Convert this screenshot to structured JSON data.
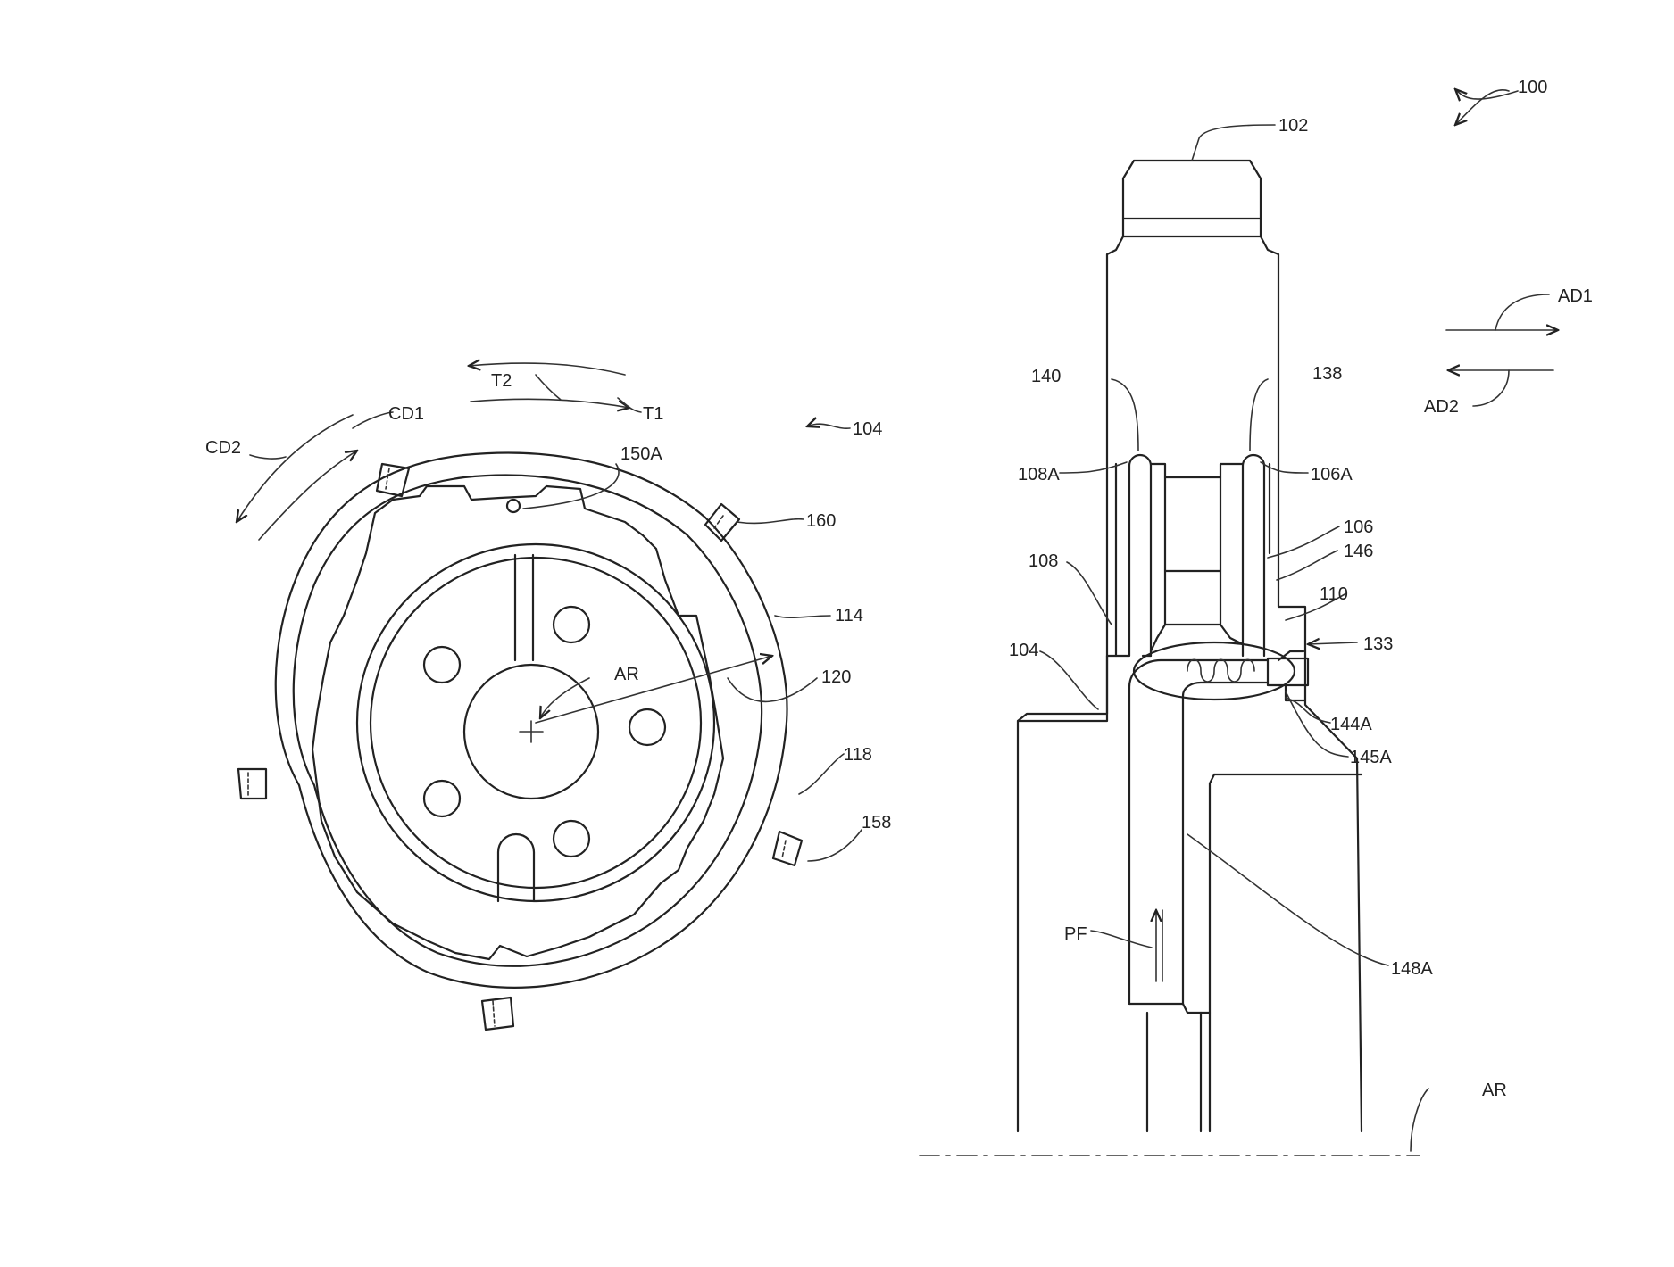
{
  "labels": {
    "fig_ref": "100",
    "part_102": "102",
    "part_104_left": "104",
    "part_104_right": "104",
    "part_106": "106",
    "part_106A": "106A",
    "part_108": "108",
    "part_108A": "108A",
    "part_110": "110",
    "part_114": "114",
    "part_118": "118",
    "part_120": "120",
    "part_133": "133",
    "part_138": "138",
    "part_140": "140",
    "part_144A": "144A",
    "part_145A": "145A",
    "part_146": "146",
    "part_148A": "148A",
    "part_150A": "150A",
    "part_158": "158",
    "part_160": "160",
    "axis_AR_left": "AR",
    "axis_AR_right": "AR",
    "dir_AD1": "AD1",
    "dir_AD2": "AD2",
    "dir_CD1": "CD1",
    "dir_CD2": "CD2",
    "torque_T1": "T1",
    "torque_T2": "T2",
    "flow_PF": "PF"
  },
  "colors": {
    "line": "#222222",
    "background": "#ffffff"
  }
}
